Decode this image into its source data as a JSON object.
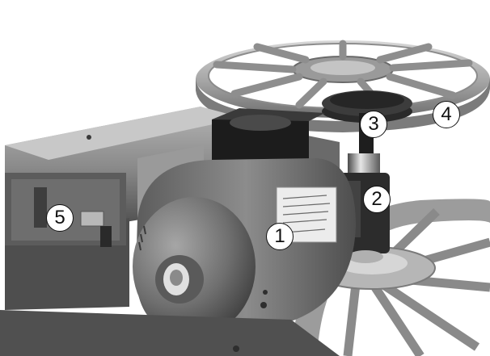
{
  "callouts": [
    {
      "id": "1",
      "label": "1"
    },
    {
      "id": "2",
      "label": "2"
    },
    {
      "id": "3",
      "label": "3"
    },
    {
      "id": "4",
      "label": "4"
    },
    {
      "id": "5",
      "label": "5"
    }
  ],
  "colors": {
    "background": "#ffffff",
    "metal_light": "#c9c9c9",
    "metal_dark": "#5a5a5a",
    "motor_body": "#7a7a7a",
    "black_part": "#1c1c1c"
  }
}
